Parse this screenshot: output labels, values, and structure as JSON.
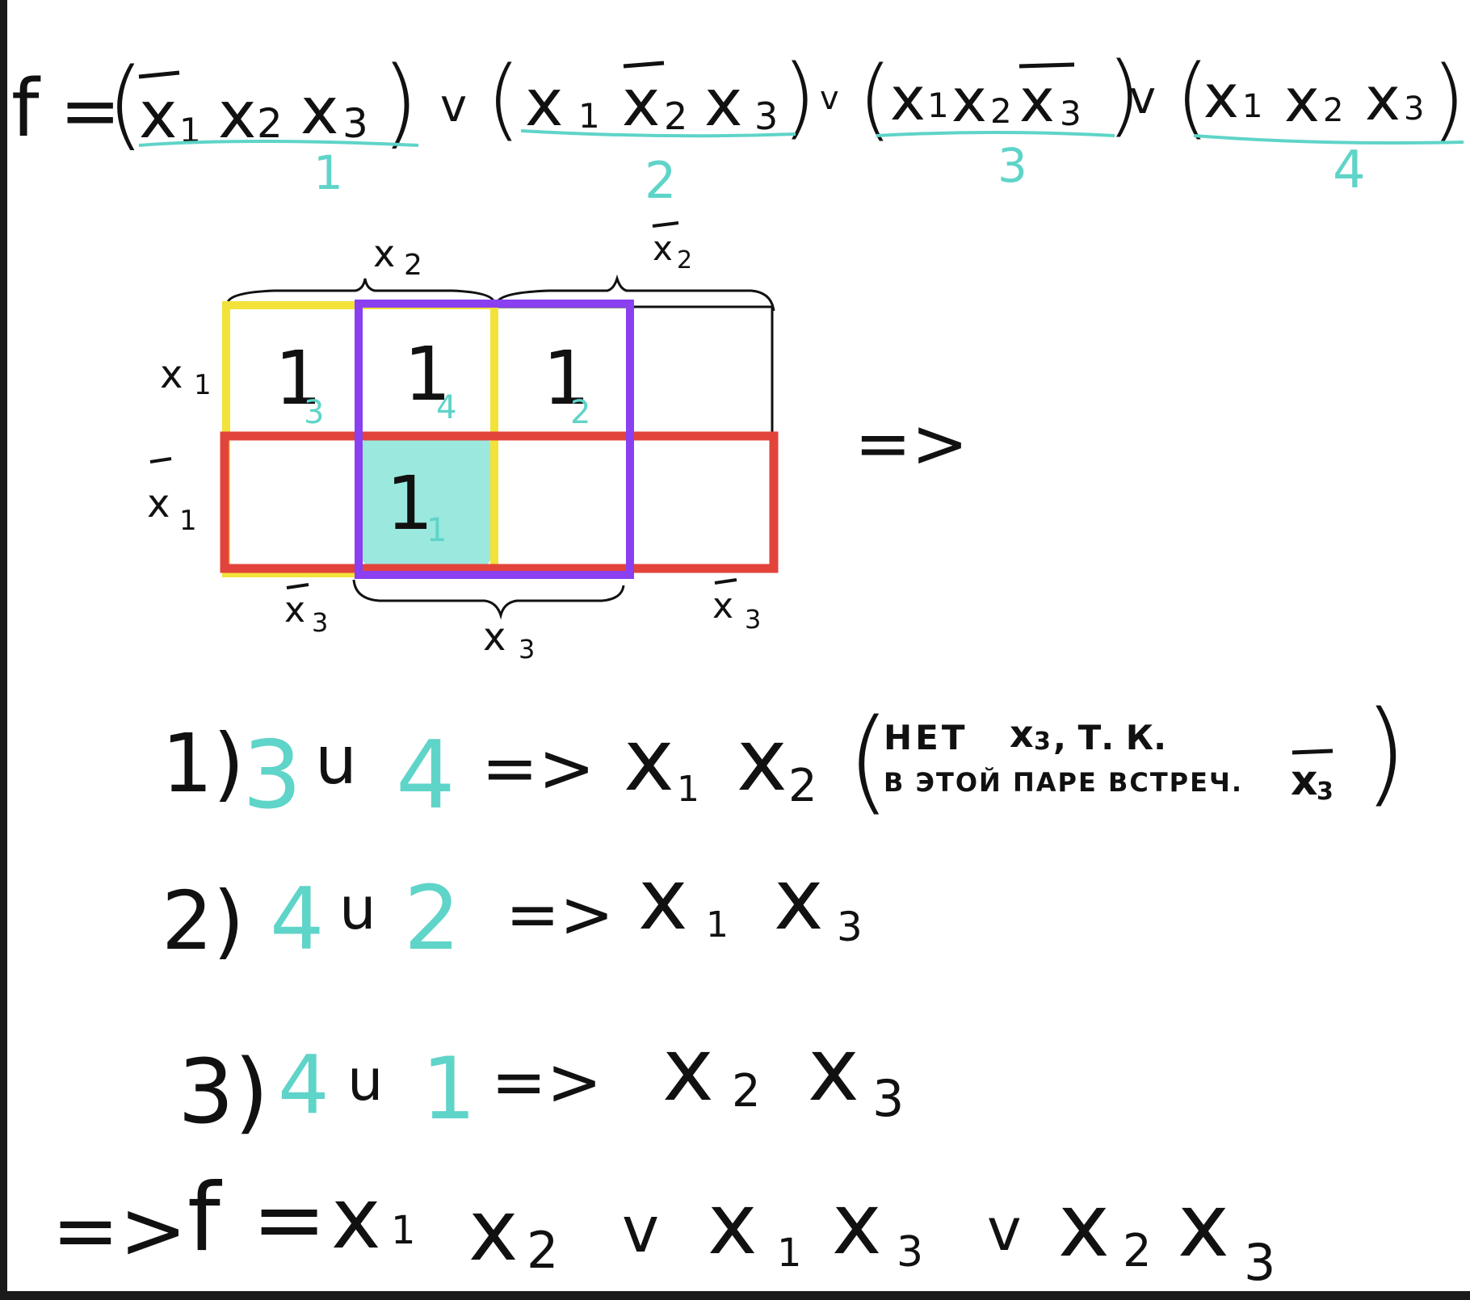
{
  "formula": {
    "lhs": "f",
    "eq": "=",
    "or": "v",
    "terms": [
      {
        "label": "1",
        "vars": [
          {
            "n": "1",
            "bar": true
          },
          {
            "n": "2",
            "bar": false
          },
          {
            "n": "3",
            "bar": false
          }
        ]
      },
      {
        "label": "2",
        "vars": [
          {
            "n": "1",
            "bar": false
          },
          {
            "n": "2",
            "bar": true
          },
          {
            "n": "3",
            "bar": false
          }
        ]
      },
      {
        "label": "3",
        "vars": [
          {
            "n": "1",
            "bar": false
          },
          {
            "n": "2",
            "bar": false
          },
          {
            "n": "3",
            "bar": true
          }
        ]
      },
      {
        "label": "4",
        "vars": [
          {
            "n": "1",
            "bar": false
          },
          {
            "n": "2",
            "bar": false
          },
          {
            "n": "3",
            "bar": false
          }
        ]
      }
    ]
  },
  "kmap": {
    "var_letter": "x",
    "top_labels": [
      {
        "n": "2",
        "bar": false
      },
      {
        "n": "2",
        "bar": true
      }
    ],
    "row_labels": [
      {
        "n": "1",
        "bar": false
      },
      {
        "n": "1",
        "bar": true
      }
    ],
    "bottom_labels": [
      {
        "n": "3",
        "bar": true
      },
      {
        "n": "3",
        "bar": false
      },
      {
        "n": "3",
        "bar": true
      }
    ],
    "cells": [
      {
        "row": 0,
        "col": 0,
        "value": "1",
        "tag": "3"
      },
      {
        "row": 0,
        "col": 1,
        "value": "1",
        "tag": "4"
      },
      {
        "row": 0,
        "col": 2,
        "value": "1",
        "tag": "2"
      },
      {
        "row": 1,
        "col": 1,
        "value": "1",
        "tag": "1",
        "highlight": true
      }
    ],
    "arrow": "=>",
    "colors": {
      "yellow": "#f2e23a",
      "purple": "#8a3ff0",
      "red": "#e2433b",
      "teal": "#5fd4c8",
      "fill": "#8fe5da"
    }
  },
  "steps": [
    {
      "num": "1)",
      "a": "3",
      "conj": "u",
      "b": "4",
      "arrow": "=>",
      "result": [
        {
          "n": "1"
        },
        {
          "n": "2"
        }
      ],
      "note1": "НЕТ",
      "note_var": "3",
      "note1b": ", Т. К.",
      "note2": "В ЭТОЙ ПАРЕ ВСТРЕЧ.",
      "note2_var": "3"
    },
    {
      "num": "2)",
      "a": "4",
      "conj": "u",
      "b": "2",
      "arrow": "=>",
      "result": [
        {
          "n": "1"
        },
        {
          "n": "3"
        }
      ]
    },
    {
      "num": "3)",
      "a": "4",
      "conj": "u",
      "b": "1",
      "arrow": "=>",
      "result": [
        {
          "n": "2"
        },
        {
          "n": "3"
        }
      ]
    }
  ],
  "final": {
    "arrow": "=>",
    "lhs": "f",
    "eq": "=",
    "or": "v",
    "terms": [
      [
        {
          "n": "1"
        },
        {
          "n": "2"
        }
      ],
      [
        {
          "n": "1"
        },
        {
          "n": "3"
        }
      ],
      [
        {
          "n": "2"
        },
        {
          "n": "3"
        }
      ]
    ]
  }
}
